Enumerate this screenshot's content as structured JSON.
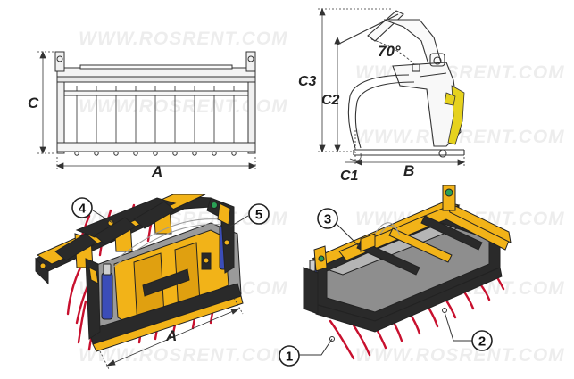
{
  "watermark": "WWW.ROSRENT.COM",
  "dimensions": {
    "front_width": "A",
    "front_height": "C",
    "side_angle": "70°",
    "side_c3": "C3",
    "side_c2": "C2",
    "side_c1": "C1",
    "side_b": "B",
    "iso_width": "A"
  },
  "callouts": [
    "1",
    "2",
    "3",
    "4",
    "5"
  ],
  "colors": {
    "frame_yellow": "#f2b318",
    "frame_dark": "#2a2a2a",
    "tines_red": "#c8102e",
    "cylinder_blue": "#3b4db8",
    "drawing_line": "#333333",
    "hydraulic_highlight": "#e6d21e"
  }
}
